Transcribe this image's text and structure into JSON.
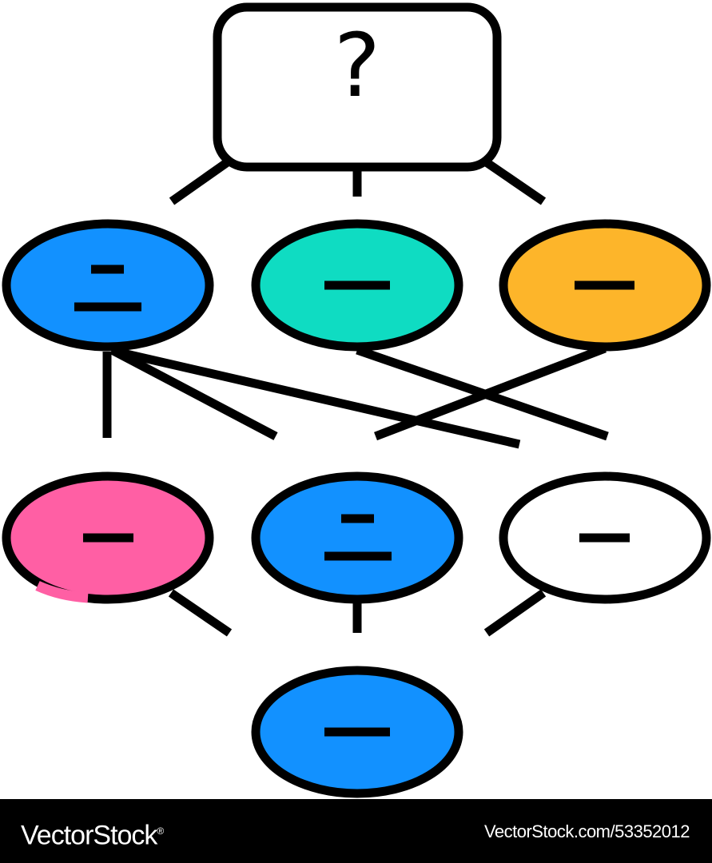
{
  "diagram": {
    "root_symbol": "?",
    "stroke_color": "#000000",
    "node_colors": {
      "n1": "#1291ff",
      "n2": "#0fdcc2",
      "n3": "#fdb52a",
      "n4": "#ff5fa4",
      "n5": "#1291ff",
      "n6": "#ffffff",
      "n7": "#1291ff"
    },
    "node_text_lines": {
      "n1": 2,
      "n2": 1,
      "n3": 1,
      "n4": 1,
      "n5": 2,
      "n6": 1,
      "n7": 1
    }
  },
  "footer": {
    "brand": "VectorStock",
    "brand_mark": "®",
    "stock_id": "VectorStock.com/53352012"
  }
}
